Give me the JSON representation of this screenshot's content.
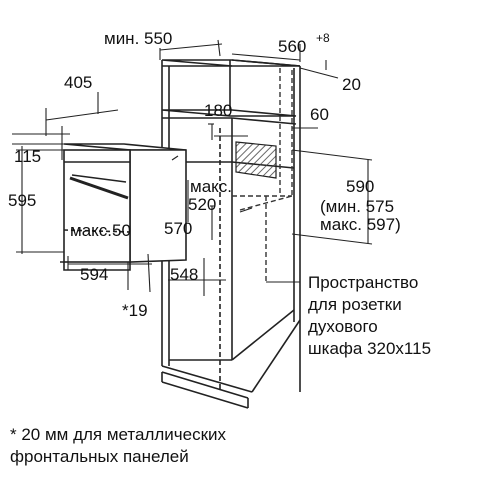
{
  "dimensions": {
    "min_550": "мин. 550",
    "d_560": "560",
    "d_560_sup": "+8",
    "d_20": "20",
    "d_405": "405",
    "d_180": "180",
    "d_60": "60",
    "d_115": "115",
    "d_595": "595",
    "max_520_a": "макс.",
    "max_520_b": "520",
    "d_590": "590",
    "min_575": "(мин. 575",
    "max_597": "макс. 597)",
    "max_50": "макс.50",
    "d_570": "570",
    "d_594": "594",
    "d_548": "548",
    "d_19": "*19"
  },
  "socket_note": [
    "Пространство",
    "для розетки",
    "духового",
    "шкафа 320x115"
  ],
  "footnote": [
    "* 20 мм для металлических",
    "фронтальных панелей"
  ]
}
